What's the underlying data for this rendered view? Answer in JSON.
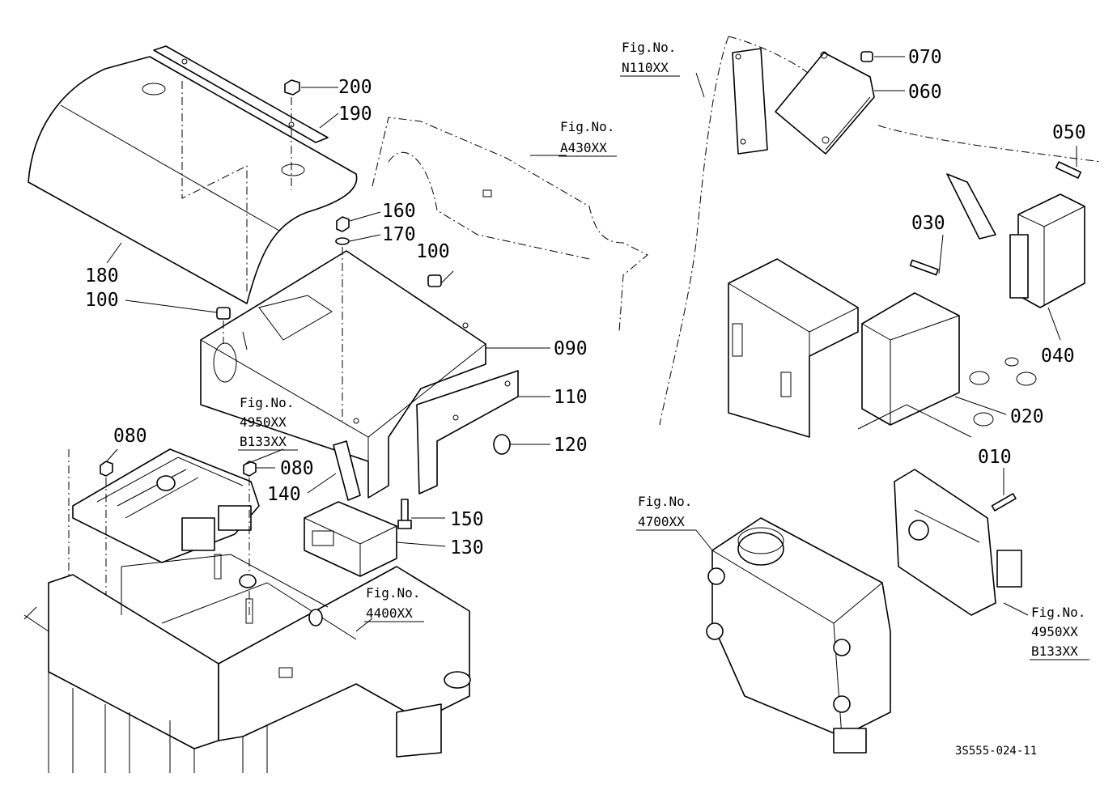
{
  "diagram": {
    "drawing_code": "3S555-024-11",
    "callouts": {
      "c200": "200",
      "c190": "190",
      "c180": "180",
      "c100a": "100",
      "c100b": "100",
      "c160": "160",
      "c170": "170",
      "c090": "090",
      "c110": "110",
      "c120": "120",
      "c080a": "080",
      "c080b": "080",
      "c140": "140",
      "c150": "150",
      "c130": "130",
      "c070": "070",
      "c060": "060",
      "c050": "050",
      "c030": "030",
      "c040": "040",
      "c020": "020",
      "c010": "010"
    },
    "figure_refs": {
      "a430": {
        "label": "Fig.No.",
        "code": "A430XX"
      },
      "n110": {
        "label": "Fig.No.",
        "code": "N110XX"
      },
      "r4950_left": {
        "label": "Fig.No.",
        "code1": "4950XX",
        "code2": "B133XX"
      },
      "r4400": {
        "label": "Fig.No.",
        "code": "4400XX"
      },
      "r4700": {
        "label": "Fig.No.",
        "code": "4700XX"
      },
      "r4950_right": {
        "label": "Fig.No.",
        "code1": "4950XX",
        "code2": "B133XX"
      }
    }
  }
}
